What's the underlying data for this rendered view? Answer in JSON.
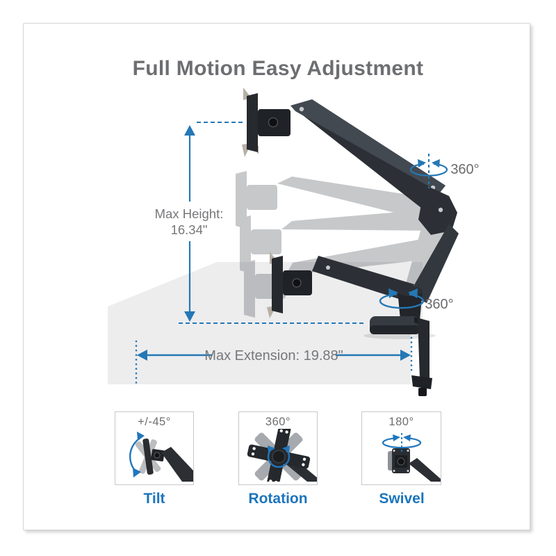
{
  "title": "Full Motion Easy Adjustment",
  "diagram": {
    "max_height_label": "Max Height:",
    "max_height_value": "16.34\"",
    "max_extension_label": "Max Extension: 19.88\"",
    "rotation_top": "360°",
    "rotation_base": "360°"
  },
  "features": [
    {
      "degree": "+/-45°",
      "label": "Tilt"
    },
    {
      "degree": "360°",
      "label": "Rotation"
    },
    {
      "degree": "180°",
      "label": "Swivel"
    }
  ],
  "colors": {
    "accent_blue": "#2478b5",
    "label_blue": "#1c75bc",
    "title_gray": "#6d6e71",
    "dimension_gray": "#76777a",
    "arm_dark": "#2c3036",
    "desk_gray": "#ededee"
  }
}
